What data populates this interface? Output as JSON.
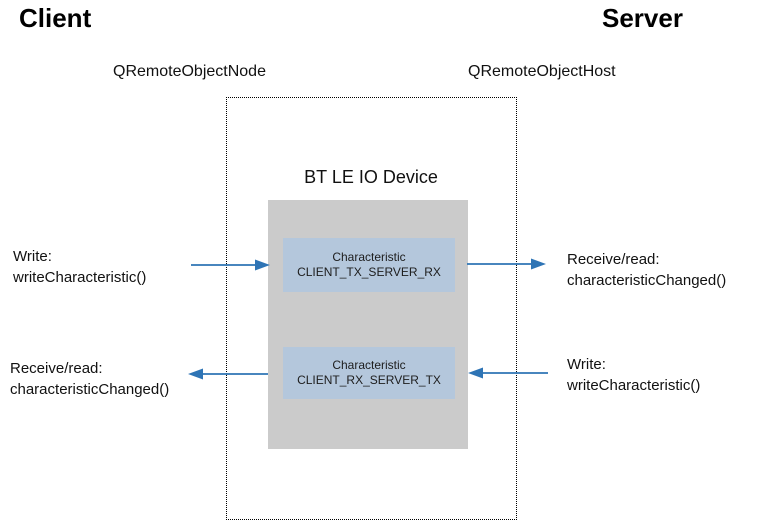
{
  "headers": {
    "client": "Client",
    "server": "Server"
  },
  "node_labels": {
    "left": "QRemoteObjectNode",
    "right": "QRemoteObjectHost"
  },
  "device": {
    "title": "BT LE IO Device",
    "characteristics": [
      {
        "line1": "Characteristic",
        "line2": "CLIENT_TX_SERVER_RX"
      },
      {
        "line1": "Characteristic",
        "line2": "CLIENT_RX_SERVER_TX"
      }
    ]
  },
  "flows": {
    "client_write": {
      "line1": "Write:",
      "line2": "writeCharacteristic()"
    },
    "server_receive": {
      "line1": "Receive/read:",
      "line2": "characteristicChanged()"
    },
    "server_write": {
      "line1": "Write:",
      "line2": "writeCharacteristic()"
    },
    "client_receive": {
      "line1": "Receive/read:",
      "line2": "characteristicChanged()"
    }
  },
  "colors": {
    "arrow": "#2e74b5",
    "device_fill": "#cbcbcb",
    "characteristic_fill": "#b4c7dc",
    "border": "#000000"
  }
}
